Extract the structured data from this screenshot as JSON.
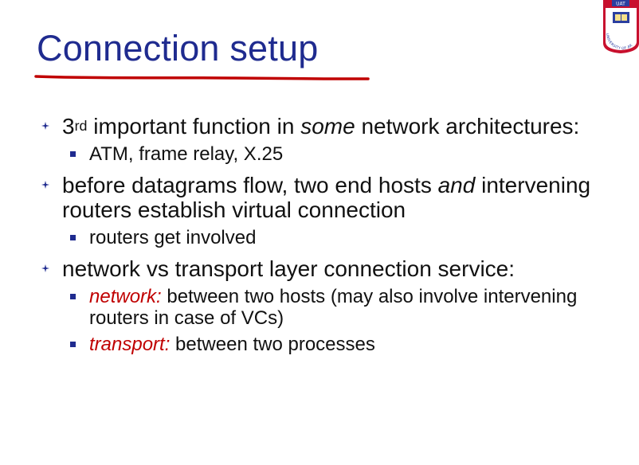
{
  "slide": {
    "title": "Connection setup",
    "logo": {
      "badge_text": "UAT",
      "arc_text": "UNIVERSITY OF AR"
    },
    "bullets": [
      {
        "prefix": "3",
        "superscript": "rd",
        "text_before_emphasis": " important function in ",
        "emphasis": "some",
        "text_after_emphasis": " network architectures:",
        "subbullets": [
          {
            "text": "ATM, frame relay, X.25"
          }
        ]
      },
      {
        "text_before_emphasis": "before datagrams flow, two end hosts ",
        "emphasis": "and",
        "text_after_emphasis": " intervening routers establish virtual connection",
        "subbullets": [
          {
            "text": "routers get involved"
          }
        ]
      },
      {
        "text": "network vs transport layer connection service:",
        "subbullets": [
          {
            "term": "network:",
            "text": " between two hosts (may also involve intervening routers in case of VCs)"
          },
          {
            "term": "transport:",
            "text": " between two processes"
          }
        ]
      }
    ]
  },
  "colors": {
    "title": "#1f2b8f",
    "underline": "#c00000",
    "bullet_marker": "#1f2b8f",
    "emphasis_term": "#c00000",
    "logo_red": "#c8102e",
    "logo_blue": "#2b3fa0"
  },
  "icons": {
    "level1_marker": "diamond-bullet-icon",
    "level2_marker": "square-bullet-icon",
    "logo": "university-logo-icon"
  }
}
